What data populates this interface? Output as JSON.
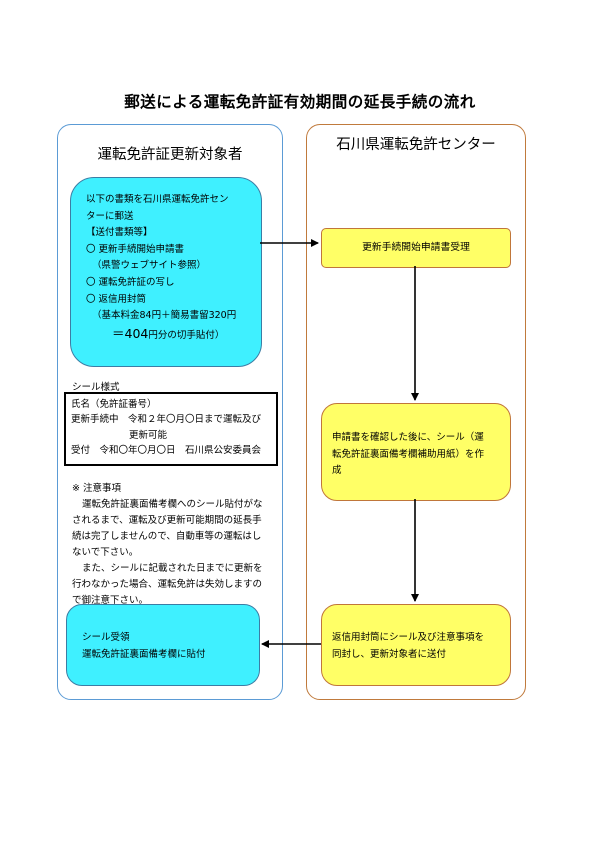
{
  "title": "郵送による運転免許証有効期間の延長手続の流れ",
  "left_column": {
    "heading": "運転免許証更新対象者",
    "send_box": {
      "lines": [
        "以下の書類を石川県運転免許セン",
        "ターに郵送",
        "【送付書類等】",
        "〇 更新手続開始申請書",
        "（県警ウェブサイト参照）",
        "〇 運転免許証の写し",
        "〇 返信用封筒",
        "（基本料金84円＋簡易書留320円"
      ],
      "last_prefix": "＝",
      "last_amount": "404",
      "last_suffix": "円分の切手貼付）"
    },
    "seal_label": "シール様式",
    "seal": {
      "line1": "氏名（免許証番号）",
      "line2": "更新手続中　令和２年〇月〇日まで運転及び",
      "line3": "更新可能",
      "line4": "受付　令和〇年〇月〇日　石川県公安委員会"
    },
    "notes": {
      "heading": "※ 注意事項",
      "lines": [
        "運転免許証裏面備考欄へのシール貼付がな",
        "されるまで、運転及び更新可能期間の延長手",
        "続は完了しませんので、自動車等の運転はし",
        "ないで下さい。",
        "また、シールに記載された日までに更新を",
        "行わなかった場合、運転免許は失効しますの",
        "で御注意下さい。"
      ]
    },
    "receive_box": {
      "line1": "シール受領",
      "line2": "運転免許証裏面備考欄に貼付"
    }
  },
  "right_column": {
    "heading": "石川県運転免許センター",
    "step1": "更新手続開始申請書受理",
    "step2": {
      "line1": "申請書を確認した後に、シール（運",
      "line2": "転免許証裏面備考欄補助用紙）を作",
      "line3": "成"
    },
    "step3": {
      "line1": "返信用封筒にシール及び注意事項を",
      "line2": "同封し、更新対象者に送付"
    }
  },
  "colors": {
    "cyan_box": "#3ff0ff",
    "yellow_box": "#ffff66",
    "left_border": "#5b9bd5",
    "right_border": "#c07a3c"
  }
}
